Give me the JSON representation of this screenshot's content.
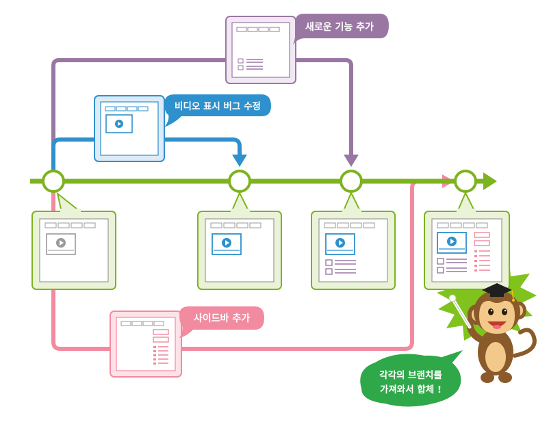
{
  "labels": {
    "new_feature": "새로운 기능 추가",
    "video_fix": "비디오 표시 버그 수정",
    "sidebar": "사이드바 추가",
    "merge_line1": "각각의 브랜치를",
    "merge_line2": "가져와서 합체 !"
  },
  "colors": {
    "main_branch": "#7cb31f",
    "purple_branch": "#9a77a3",
    "blue_branch": "#2e90cc",
    "pink_branch": "#f28aa0",
    "merge_bubble": "#2fa84a",
    "monkey_body": "#8b5a2b",
    "monkey_face": "#f2c98a",
    "burst": "#7fc31c"
  },
  "icons": [
    "play-icon",
    "graduation-cap-icon",
    "monkey-mascot"
  ]
}
